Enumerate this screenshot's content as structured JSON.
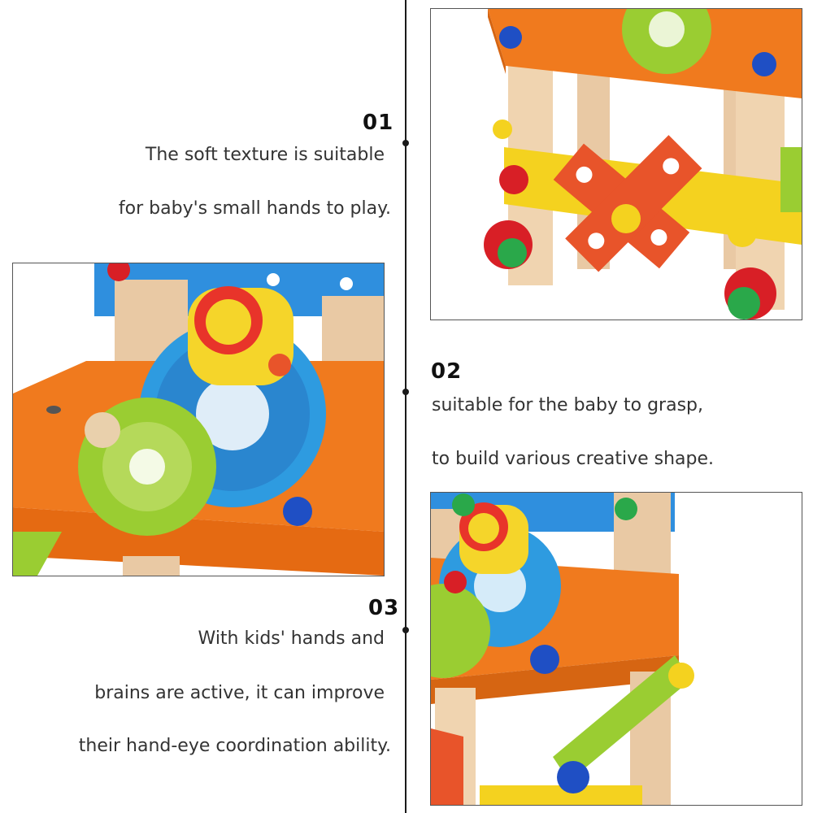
{
  "features": [
    {
      "number": "01",
      "lines": [
        "The soft texture is suitable",
        "for baby's small hands to play."
      ]
    },
    {
      "number": "02",
      "lines": [
        "suitable for the baby to grasp,",
        "to build various creative shape."
      ]
    },
    {
      "number": "03",
      "lines": [
        "With kids' hands and",
        "brains are active, it can improve",
        "their hand-eye coordination ability."
      ]
    }
  ],
  "colors": {
    "timeline": "#1a1a1a",
    "seat_orange": "#f07a1e",
    "wood": "#e9c9a4",
    "gear_blue": "#2e9be0",
    "gear_green": "#9acd32",
    "bar_yellow": "#f4d21f",
    "plank_red": "#e8542a",
    "back_blue": "#2f8fde"
  }
}
